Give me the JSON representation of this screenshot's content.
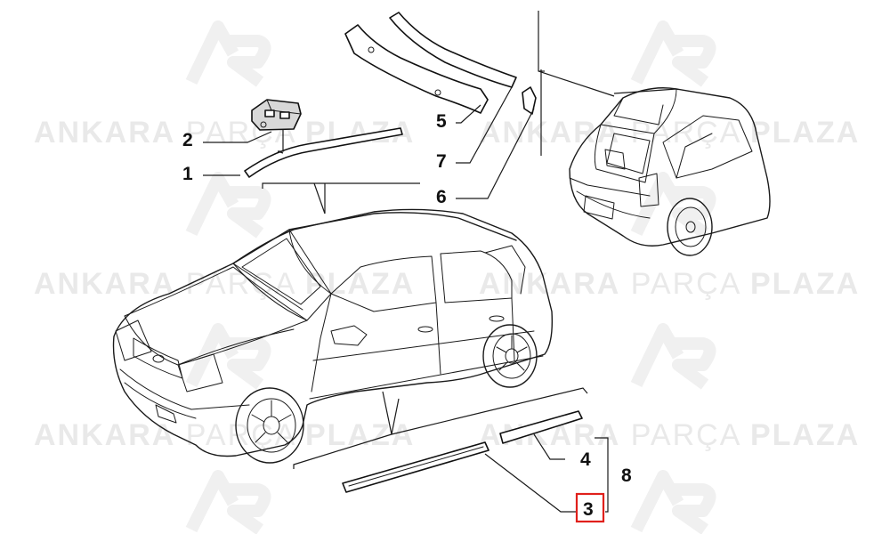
{
  "watermark": {
    "text_a": "ANKARA",
    "text_b": "PARÇA",
    "text_c": "PLAZA"
  },
  "callouts": {
    "c1": "1",
    "c2": "2",
    "c3": "3",
    "c4": "4",
    "c5": "5",
    "c6": "6",
    "c7": "7",
    "c8": "8"
  },
  "highlighted_callout": "3",
  "colors": {
    "highlight": "#e0201b",
    "watermark": "#e9e9e9",
    "line": "#1a1a1a"
  }
}
